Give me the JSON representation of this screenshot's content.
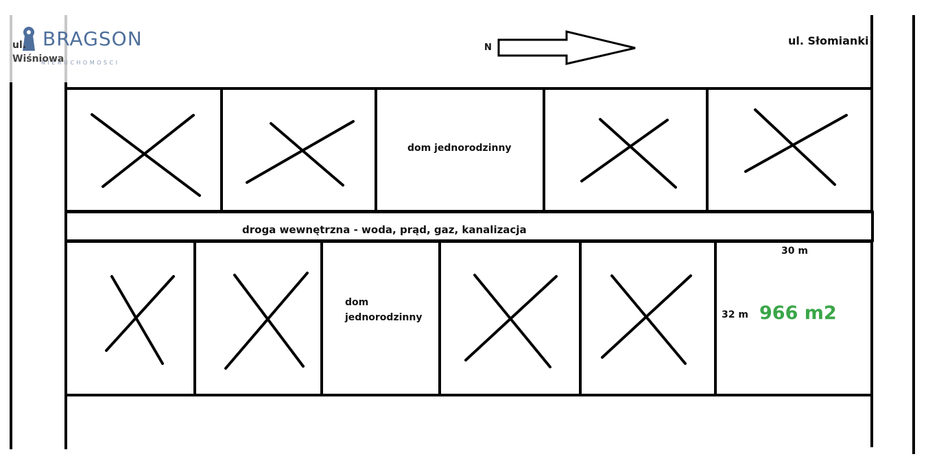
{
  "logo": {
    "name": "BRAGSON",
    "subtitle": "NIERUCHOMOŚCI",
    "color": "#4f6f9c"
  },
  "streets": {
    "left_line1": "ul.",
    "left_line2": "Wiśniowa",
    "right": "ul. Słomianki"
  },
  "compass": {
    "label": "N",
    "icon": "arrow-right-icon"
  },
  "road": {
    "label": "droga wewnętrzna - woda, prąd, gaz, kanalizacja"
  },
  "houses": {
    "top": "dom jednorodzinny",
    "bottom": "dom jednorodzinny"
  },
  "selected_plot": {
    "width_label": "30 m",
    "depth_label": "32 m",
    "area_label": "966 m2",
    "area_color": "#3aa648"
  },
  "plots": {
    "top_row": [
      "sold",
      "sold",
      "house",
      "sold",
      "sold"
    ],
    "bottom_row": [
      "sold",
      "sold",
      "house",
      "sold",
      "sold",
      "available"
    ]
  }
}
